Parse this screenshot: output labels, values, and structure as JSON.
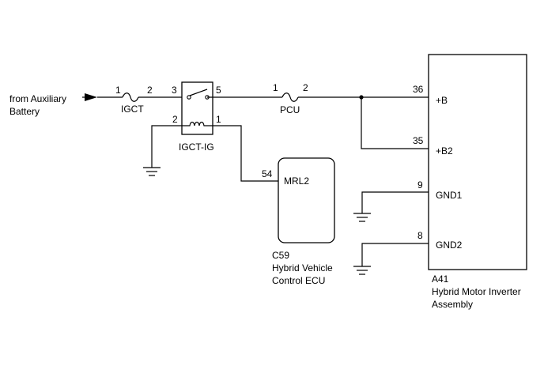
{
  "source": {
    "line1": "from Auxiliary",
    "line2": "Battery"
  },
  "fuse_igct": {
    "label": "IGCT",
    "pin_in": "1",
    "pin_out": "2"
  },
  "relay": {
    "label": "IGCT-IG",
    "pin_switch_in": "3",
    "pin_switch_out": "5",
    "pin_coil_a": "2",
    "pin_coil_b": "1"
  },
  "fuse_pcu": {
    "label": "PCU",
    "pin_in": "1",
    "pin_out": "2"
  },
  "ecu": {
    "code": "C59",
    "name_line1": "Hybrid Vehicle",
    "name_line2": "Control ECU",
    "pin_number": "54",
    "pin_label": "MRL2"
  },
  "inverter": {
    "code": "A41",
    "name_line1": "Hybrid Motor Inverter",
    "name_line2": "Assembly",
    "pins": [
      {
        "number": "36",
        "label": "+B"
      },
      {
        "number": "35",
        "label": "+B2"
      },
      {
        "number": "9",
        "label": "GND1"
      },
      {
        "number": "8",
        "label": "GND2"
      }
    ]
  },
  "colors": {
    "line": "#000000",
    "background": "#ffffff"
  }
}
